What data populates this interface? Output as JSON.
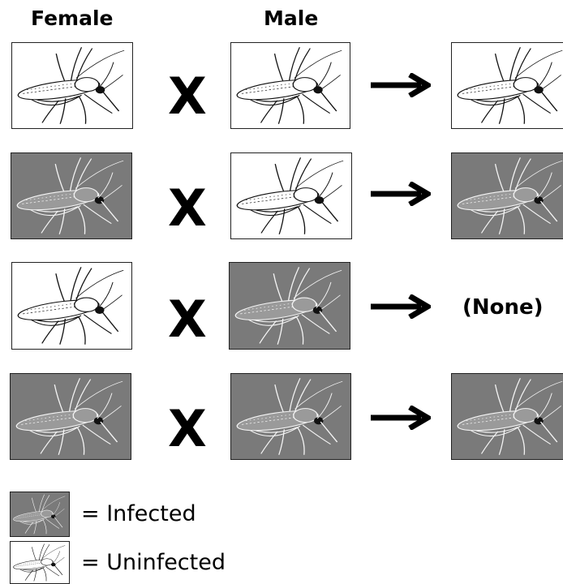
{
  "headers": {
    "female": "Female",
    "male": "Male"
  },
  "cross_symbol": "X",
  "result_none": "(None)",
  "legend": {
    "infected": "= Infected",
    "uninfected": "= Uninfected"
  },
  "status_colors": {
    "infected_background": "#7a7a7a",
    "uninfected_background": "#ffffff"
  },
  "crosses": [
    {
      "female": "uninfected",
      "male": "uninfected",
      "offspring": "uninfected"
    },
    {
      "female": "infected",
      "male": "uninfected",
      "offspring": "infected"
    },
    {
      "female": "uninfected",
      "male": "infected",
      "offspring": "none"
    },
    {
      "female": "infected",
      "male": "infected",
      "offspring": "infected"
    }
  ]
}
